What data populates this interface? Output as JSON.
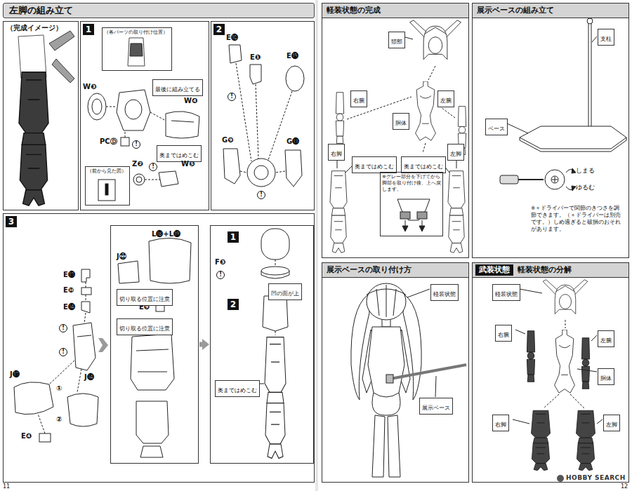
{
  "diagram": {
    "nodes": [
      {
        "text": [
          "左脚の組み立て"
        ]
      },
      {
        "text": [
          "（完成イメージ）"
        ]
      },
      {
        "text": [
          "1"
        ]
      },
      {
        "text": [
          "（各パーツの取り付け位置）"
        ],
        "in": 2
      },
      {
        "text": [
          "最後に組み立てる"
        ],
        "in": 2
      },
      {
        "text": [
          "（前から見た図）"
        ],
        "in": 2
      },
      {
        "text": [
          "奥まではめこむ"
        ],
        "in": 2
      },
      {
        "text": [
          "2"
        ]
      },
      {
        "text": [
          "3"
        ]
      },
      {
        "text": [
          "L⓲+L⓳",
          "J㉒",
          "E❾"
        ],
        "in": 8
      },
      {
        "text": [
          "切り取る位置に注意"
        ],
        "in": 9
      },
      {
        "text": [
          "切り取る位置に注意"
        ],
        "in": 9
      },
      {
        "text": [
          "1",
          "F❸",
          "!",
          "2"
        ],
        "in": 8
      },
      {
        "text": [
          "凹の面が上"
        ],
        "in": 12
      },
      {
        "text": [
          "奥まではめこむ"
        ],
        "in": 12
      },
      {
        "text": [
          "軽装状態の完成"
        ]
      },
      {
        "text": [
          "頭部"
        ],
        "in": 15
      },
      {
        "text": [
          "右腕"
        ],
        "in": 15
      },
      {
        "text": [
          "胴体"
        ],
        "in": 15
      },
      {
        "text": [
          "左腕"
        ],
        "in": 15
      },
      {
        "text": [
          "右脚"
        ],
        "in": 15
      },
      {
        "text": [
          "奥まではめこむ"
        ],
        "in": 15
      },
      {
        "text": [
          "奥まではめこむ"
        ],
        "in": 15
      },
      {
        "text": [
          "左脚"
        ],
        "in": 15
      },
      {
        "text": [
          "※グレー部分を下げてから脚部を取り付け後、上へ戻します。"
        ],
        "in": 15
      },
      {
        "text": [
          "展示ベースの組み立て"
        ]
      },
      {
        "text": [
          "支柱"
        ],
        "in": 25
      },
      {
        "text": [
          "ベース"
        ],
        "in": 25
      },
      {
        "text": [
          "展示ベースの取り付け方"
        ]
      },
      {
        "text": [
          "軽装状態"
        ],
        "in": 28
      },
      {
        "text": [
          "展示ベース"
        ],
        "in": 28
      },
      {
        "text": [
          "武装状態",
          "軽装状態の分解"
        ]
      },
      {
        "text": [
          "軽装状態"
        ],
        "in": 31
      },
      {
        "text": [
          "右腕"
        ],
        "in": 31
      },
      {
        "text": [
          "左腕"
        ],
        "in": 31
      },
      {
        "text": [
          "胴体"
        ],
        "in": 31
      },
      {
        "text": [
          "右脚"
        ],
        "in": 31
      },
      {
        "text": [
          "左脚"
        ],
        "in": 31
      }
    ],
    "edges": [
      {
        "from": 9,
        "to": 12,
        "arrow": "to"
      }
    ],
    "labels": [
      "W❸",
      "W❹",
      "PCⒹ",
      "!",
      "Z❷",
      "!",
      "W❺",
      "E⓰",
      "E❶",
      "E⓯",
      "!",
      "G❾",
      "G⓫",
      "!",
      "E⓭",
      "E❿",
      "E⓮",
      "!",
      "J⓭",
      "!",
      "①",
      "②",
      "J⓮",
      "E❹",
      "しまる",
      "ゆるむ",
      "※＋ドライバーで関節のきつさを調節できます。（＋ドライバーは別売です。）しめ過ぎると破損のおそれがあります。",
      "11",
      "12",
      "HOBBY SEARCH"
    ]
  }
}
